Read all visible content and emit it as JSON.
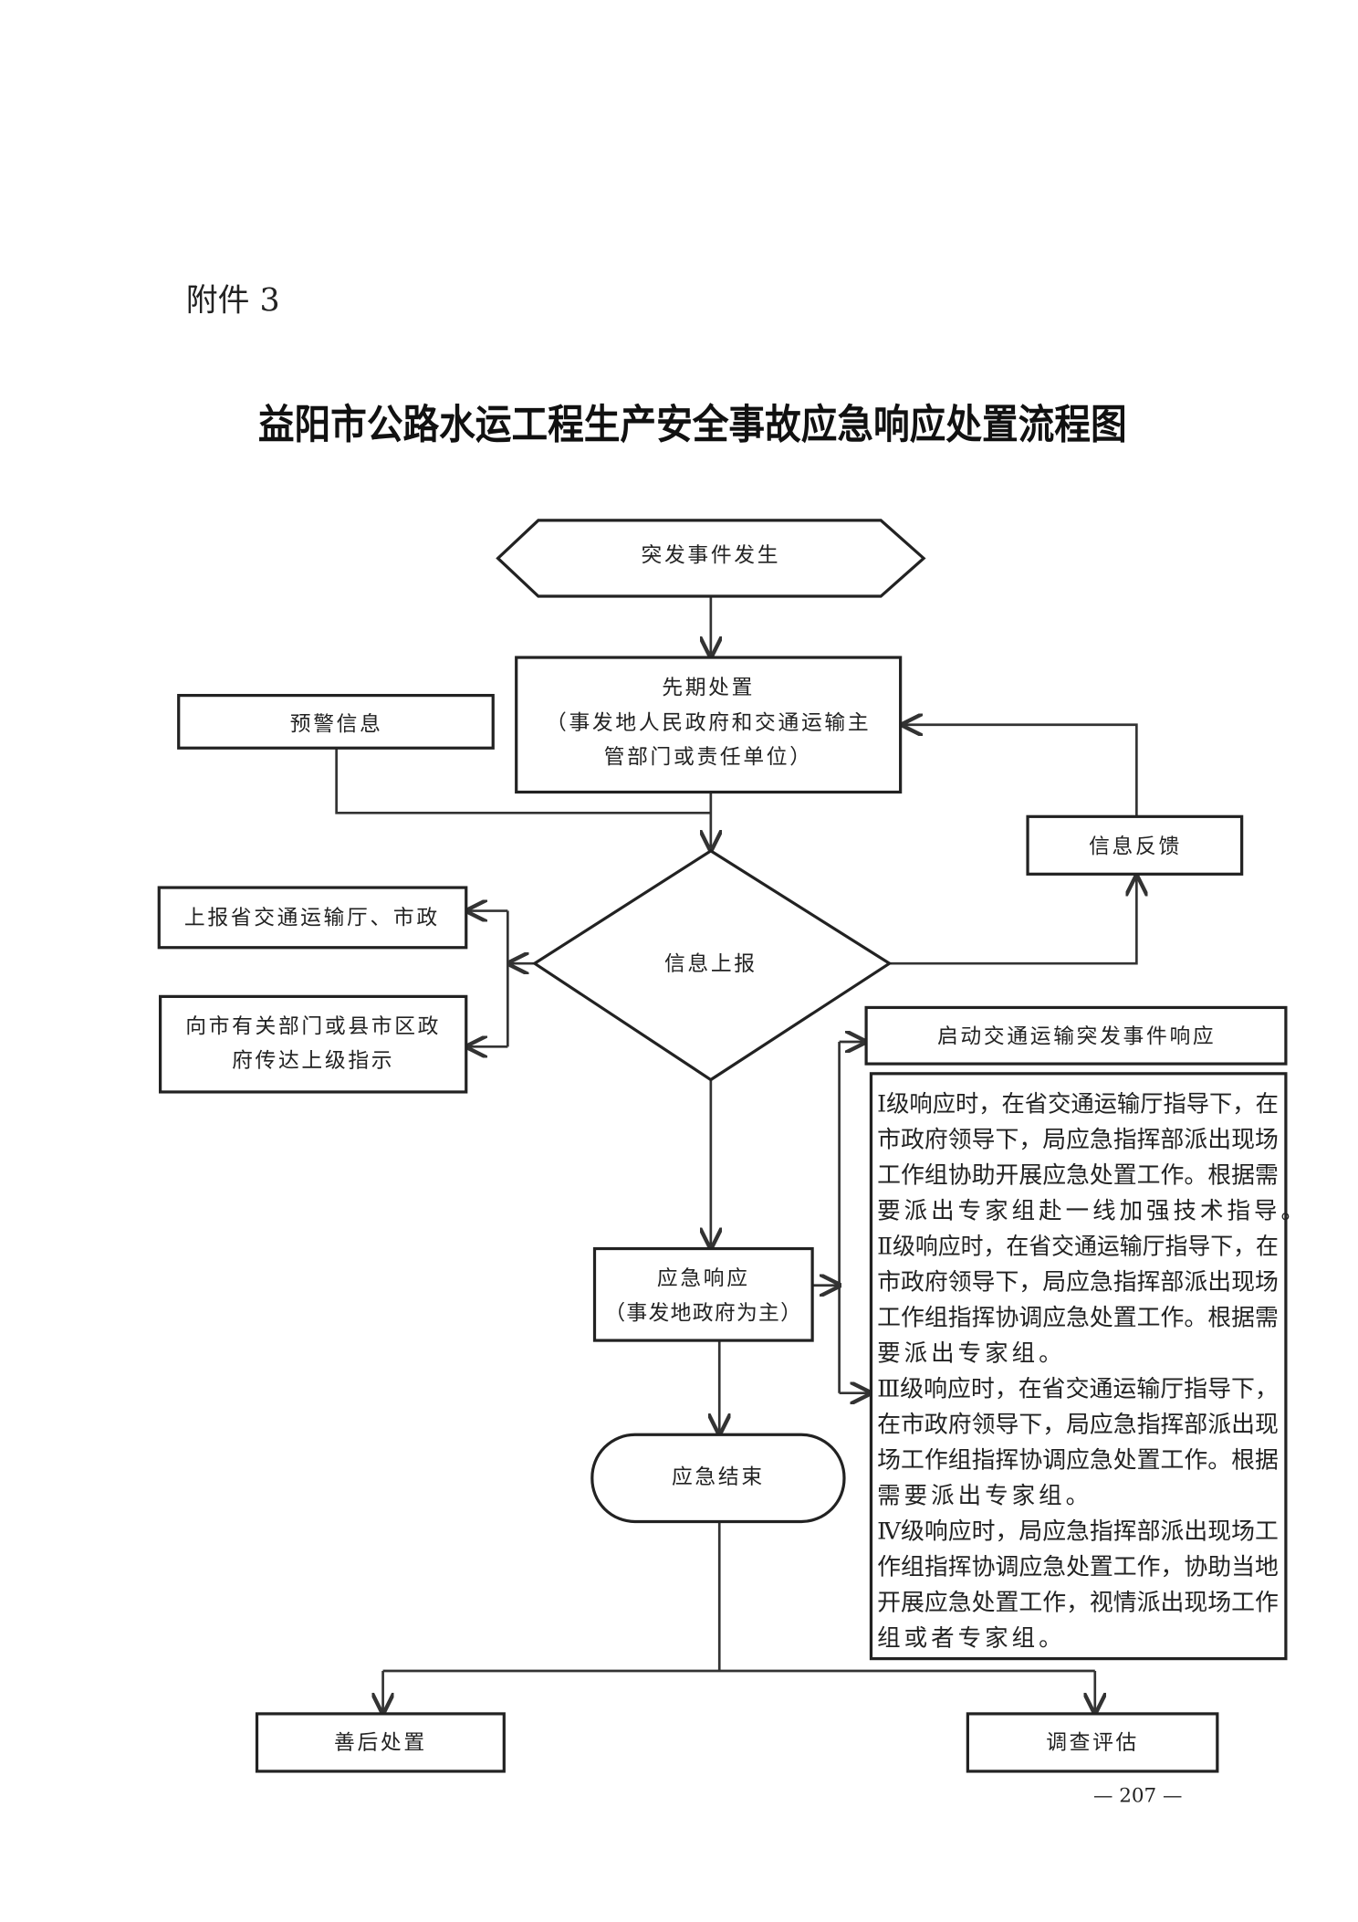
{
  "attachment_label": "附件 3",
  "title": "益阳市公路水运工程生产安全事故应急响应处置流程图",
  "nodes": {
    "incident": "突发事件发生",
    "initial": [
      "先期处置",
      "（事发地人民政府和交通运输主",
      "管部门或责任单位）"
    ],
    "warning": "预警信息",
    "feedback": "信息反馈",
    "report": "信息上报",
    "report_up": "上报省交通运输厅、市政",
    "relay": [
      "向市有关部门或县市区政",
      "府传达上级指示"
    ],
    "launch": "启动交通运输突发事件响应",
    "levels": [
      "Ⅰ级响应时，在省交通运输厅指导下，在",
      "市政府领导下，局应急指挥部派出现场",
      "工作组协助开展应急处置工作。根据需",
      "要派出专家组赴一线加强技术指导。",
      "Ⅱ级响应时，在省交通运输厅指导下，在",
      "市政府领导下，局应急指挥部派出现场",
      "工作组指挥协调应急处置工作。根据需",
      "要派出专家组。",
      "Ⅲ级响应时，在省交通运输厅指导下，",
      "在市政府领导下，局应急指挥部派出现",
      "场工作组指挥协调应急处置工作。根据",
      "需要派出专家组。",
      "Ⅳ级响应时，局应急指挥部派出现场工",
      "作组指挥协调应急处置工作，协助当地",
      "开展应急处置工作，视情派出现场工作",
      "组或者专家组。"
    ],
    "response": [
      "应急响应",
      "（事发地政府为主）"
    ],
    "end": "应急结束",
    "aftermath": "善后处置",
    "investigation": "调查评估"
  },
  "page_number": "— 207 —"
}
